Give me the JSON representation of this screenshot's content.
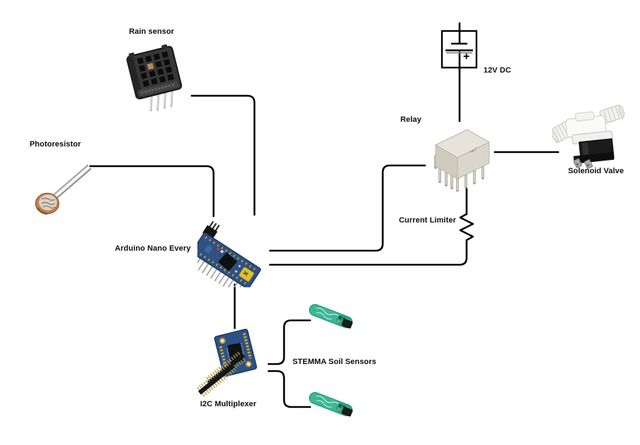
{
  "diagram": {
    "type": "wiring-diagram",
    "background": "#ffffff",
    "wire_color": "#000000"
  },
  "labels": {
    "rain_sensor": "Rain sensor",
    "photoresistor": "Photoresistor",
    "arduino": "Arduino Nano Every",
    "i2c_multiplexer": "I2C Multiplexer",
    "stemma": "STEMMA Soil Sensors",
    "relay": "Relay",
    "power": "12V DC",
    "current_limiter": "Current Limiter",
    "solenoid_valve": "Solenoid Valve",
    "battery_plus": "+"
  },
  "components": [
    {
      "id": "rain-sensor",
      "label": "Rain sensor"
    },
    {
      "id": "photoresistor",
      "label": "Photoresistor"
    },
    {
      "id": "arduino-nano-every",
      "label": "Arduino Nano Every"
    },
    {
      "id": "i2c-multiplexer",
      "label": "I2C Multiplexer"
    },
    {
      "id": "stemma-soil-sensor-1",
      "label": "STEMMA Soil Sensors"
    },
    {
      "id": "stemma-soil-sensor-2",
      "label": "STEMMA Soil Sensors"
    },
    {
      "id": "relay",
      "label": "Relay"
    },
    {
      "id": "battery-12v-dc",
      "label": "12V DC"
    },
    {
      "id": "current-limiter-resistor",
      "label": "Current Limiter"
    },
    {
      "id": "solenoid-valve",
      "label": "Solenoid Valve"
    }
  ],
  "connections": [
    {
      "from": "rain-sensor",
      "to": "arduino-nano-every"
    },
    {
      "from": "photoresistor",
      "to": "arduino-nano-every"
    },
    {
      "from": "arduino-nano-every",
      "to": "relay"
    },
    {
      "from": "battery-12v-dc",
      "to": "relay"
    },
    {
      "from": "relay",
      "to": "solenoid-valve"
    },
    {
      "from": "relay",
      "to": "current-limiter-resistor"
    },
    {
      "from": "current-limiter-resistor",
      "to": "arduino-nano-every"
    },
    {
      "from": "arduino-nano-every",
      "to": "i2c-multiplexer"
    },
    {
      "from": "i2c-multiplexer",
      "to": "stemma-soil-sensor-1"
    },
    {
      "from": "i2c-multiplexer",
      "to": "stemma-soil-sensor-2"
    }
  ]
}
